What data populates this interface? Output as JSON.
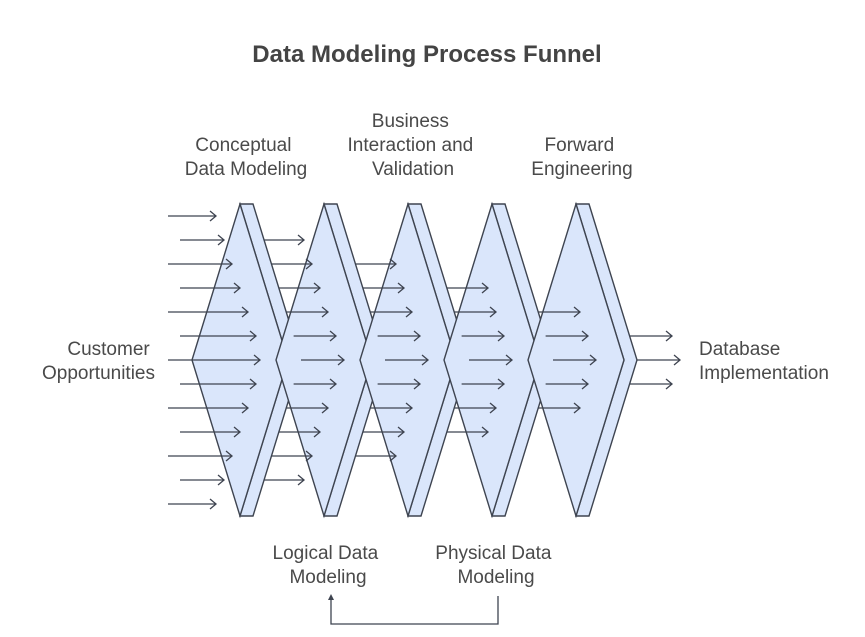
{
  "title": "Data Modeling Process Funnel",
  "input_label": [
    "Customer",
    "Opportunities"
  ],
  "output_label": [
    "Database",
    "Implementation"
  ],
  "stages": [
    {
      "name": "Conceptual Data Modeling",
      "label_lines": [
        "Conceptual",
        "Data Modeling"
      ],
      "label_position": "top"
    },
    {
      "name": "Logical Data Modeling",
      "label_lines": [
        "Logical Data",
        "Modeling"
      ],
      "label_position": "bottom"
    },
    {
      "name": "Business Interaction and Validation",
      "label_lines": [
        "Business",
        "Interaction and",
        "Validation"
      ],
      "label_position": "top"
    },
    {
      "name": "Physical Data Modeling",
      "label_lines": [
        "Physical Data",
        "Modeling"
      ],
      "label_position": "bottom"
    },
    {
      "name": "Forward Engineering",
      "label_lines": [
        "Forward",
        "Engineering"
      ],
      "label_position": "top"
    }
  ],
  "flow_arrow_counts": [
    13,
    11,
    9,
    7,
    5,
    3
  ],
  "feedback_loop": {
    "from": "Physical Data Modeling",
    "to": "Logical Data Modeling"
  },
  "colors": {
    "shape_fill": "#dae6fb",
    "stroke": "#3e4450",
    "text": "#4a4a4a",
    "title": "#444444"
  }
}
